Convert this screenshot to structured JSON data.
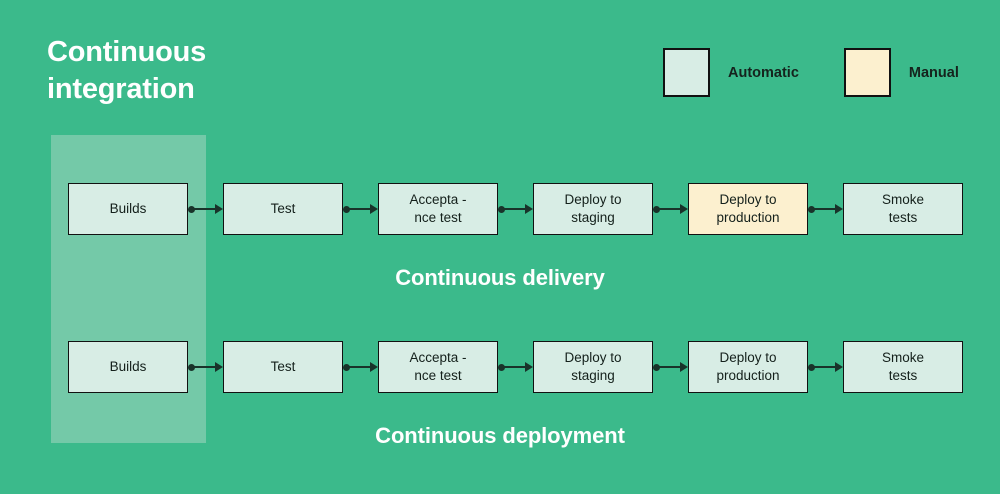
{
  "diagram": {
    "title": "Continuous\nintegration",
    "background_color": "#3BBA8B",
    "band_color": "#74C9A8",
    "automatic_color": "#D8EDE5",
    "manual_color": "#FCF0CF",
    "border_color": "#111111"
  },
  "legend": {
    "items": [
      {
        "label": "Automatic",
        "color": "#D8EDE5"
      },
      {
        "label": "Manual",
        "color": "#FCF0CF"
      }
    ]
  },
  "rows": [
    {
      "caption": "Continuous delivery",
      "stages": [
        {
          "label": "Builds",
          "type": "Automatic"
        },
        {
          "label": "Test",
          "type": "Automatic"
        },
        {
          "label": "Accepta -\nnce test",
          "type": "Automatic"
        },
        {
          "label": "Deploy to\nstaging",
          "type": "Automatic"
        },
        {
          "label": "Deploy to\nproduction",
          "type": "Manual"
        },
        {
          "label": "Smoke\ntests",
          "type": "Automatic"
        }
      ]
    },
    {
      "caption": "Continuous deployment",
      "stages": [
        {
          "label": "Builds",
          "type": "Automatic"
        },
        {
          "label": "Test",
          "type": "Automatic"
        },
        {
          "label": "Accepta -\nnce test",
          "type": "Automatic"
        },
        {
          "label": "Deploy to\nstaging",
          "type": "Automatic"
        },
        {
          "label": "Deploy to\nproduction",
          "type": "Automatic"
        },
        {
          "label": "Smoke\ntests",
          "type": "Automatic"
        }
      ]
    }
  ]
}
